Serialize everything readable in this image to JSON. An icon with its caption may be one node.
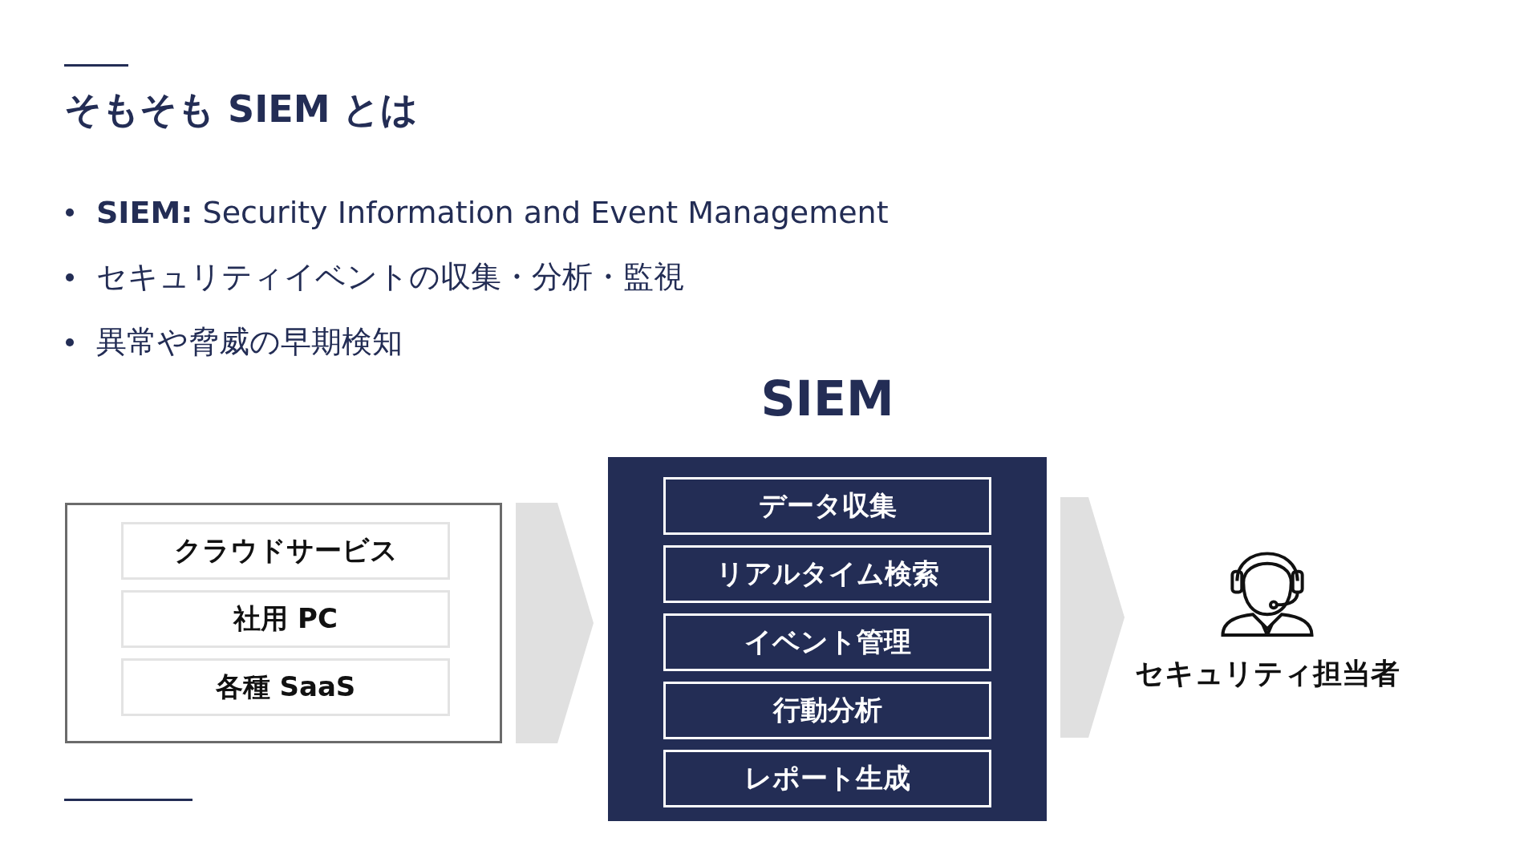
{
  "diagram": {
    "title": "そもそも SIEM とは",
    "nodes": [
      {
        "text": [],
        "shape": "box"
      },
      {
        "text": [
          "クラウドサービス"
        ],
        "in": 0
      },
      {
        "text": [
          "社用 PC"
        ],
        "in": 0
      },
      {
        "text": [
          "各種 SaaS"
        ],
        "in": 0
      },
      {
        "text": [
          "SIEM"
        ]
      },
      {
        "text": [
          "データ収集"
        ],
        "in": 4
      },
      {
        "text": [
          "リアルタイム検索"
        ],
        "in": 4
      },
      {
        "text": [
          "イベント管理"
        ],
        "in": 4
      },
      {
        "text": [
          "行動分析"
        ],
        "in": 4
      },
      {
        "text": [
          "レポート生成"
        ],
        "in": 4
      },
      {
        "text": [
          "セキュリティ担当者"
        ]
      }
    ],
    "edges": [
      {
        "from": 0,
        "to": 4,
        "arrow": "to"
      },
      {
        "from": 4,
        "to": 10,
        "arrow": "to"
      }
    ],
    "labels": [
      "**SIEM:** Security Information and Event Management",
      "セキュリティイベントの収集・分析・監視",
      "異常や脅威の早期検知"
    ]
  }
}
